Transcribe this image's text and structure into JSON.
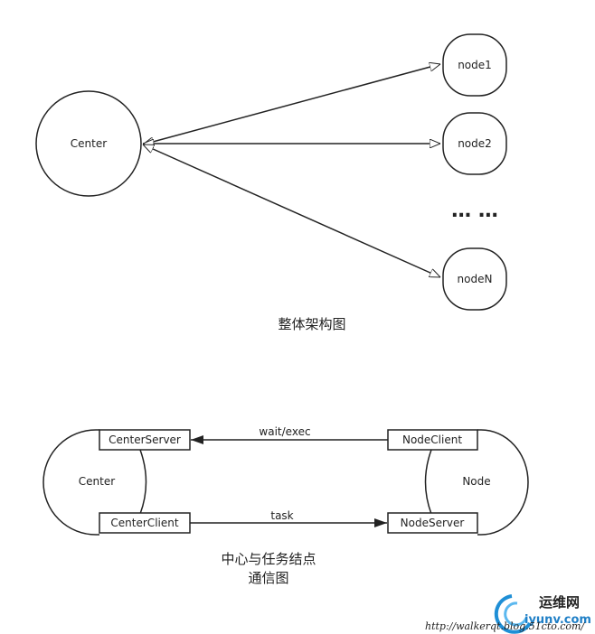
{
  "top_diagram": {
    "center_label": "Center",
    "nodes": [
      "node1",
      "node2",
      "nodeN"
    ],
    "ellipsis": "… …",
    "caption": "整体架构图"
  },
  "bottom_diagram": {
    "center_label": "Center",
    "node_label": "Node",
    "center_server": "CenterServer",
    "center_client": "CenterClient",
    "node_client": "NodeClient",
    "node_server": "NodeServer",
    "arrow_top_label": "wait/exec",
    "arrow_bottom_label": "task",
    "caption_line1": "中心与任务结点",
    "caption_line2": "通信图"
  },
  "watermark": {
    "brand": "运维网",
    "site": "iyunv.com",
    "url": "http://walkerqt.blog.51cto.com/"
  }
}
